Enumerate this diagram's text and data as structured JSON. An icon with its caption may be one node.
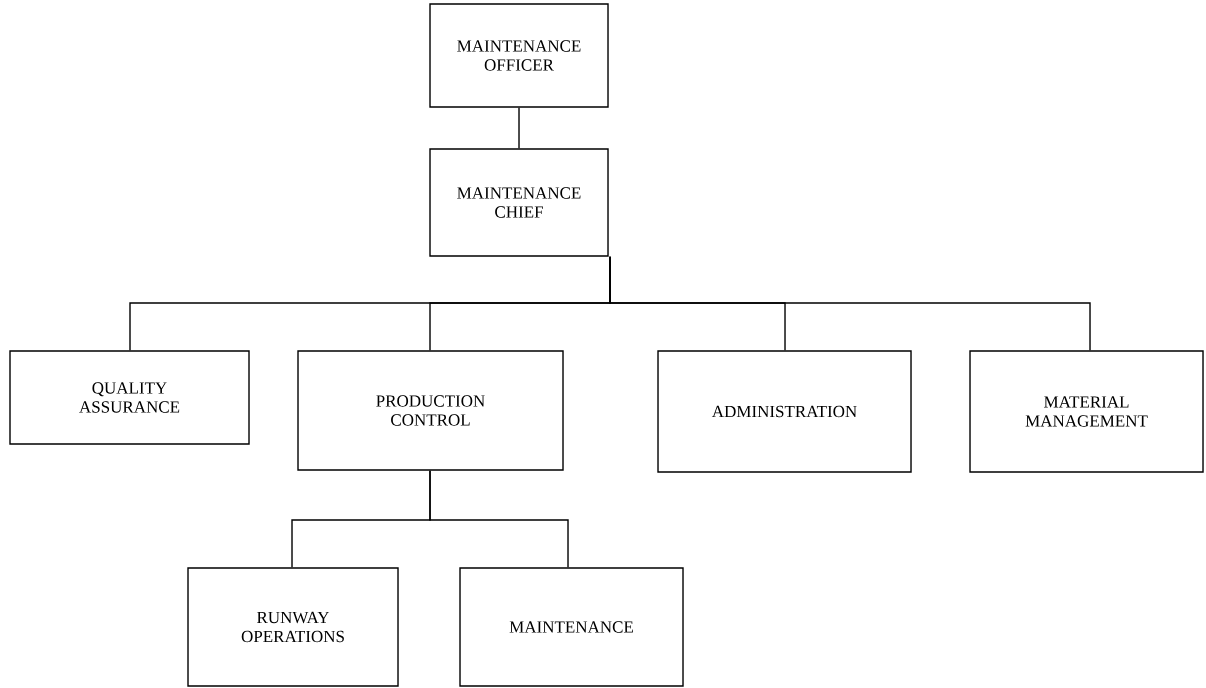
{
  "diagram": {
    "nodes": [
      {
        "text": [
          "MAINTENANCE OFFICER"
        ]
      },
      {
        "text": [
          "MAINTENANCE CHIEF"
        ]
      },
      {
        "text": [
          "QUALITY ASSURANCE"
        ]
      },
      {
        "text": [
          "PRODUCTION CONTROL"
        ]
      },
      {
        "text": [
          "ADMINISTRATION"
        ]
      },
      {
        "text": [
          "MATERIAL MANAGEMENT"
        ]
      },
      {
        "text": [
          "RUNWAY OPERATIONS"
        ]
      },
      {
        "text": [
          "MAINTENANCE"
        ]
      }
    ],
    "edges": [
      {
        "from": 0,
        "to": 1,
        "arrow": "none"
      },
      {
        "from": 1,
        "to": 2,
        "arrow": "none"
      },
      {
        "from": 1,
        "to": 3,
        "arrow": "none"
      },
      {
        "from": 1,
        "to": 4,
        "arrow": "none"
      },
      {
        "from": 1,
        "to": 5,
        "arrow": "none"
      },
      {
        "from": 3,
        "to": 6,
        "arrow": "none"
      },
      {
        "from": 3,
        "to": 7,
        "arrow": "none"
      }
    ]
  }
}
